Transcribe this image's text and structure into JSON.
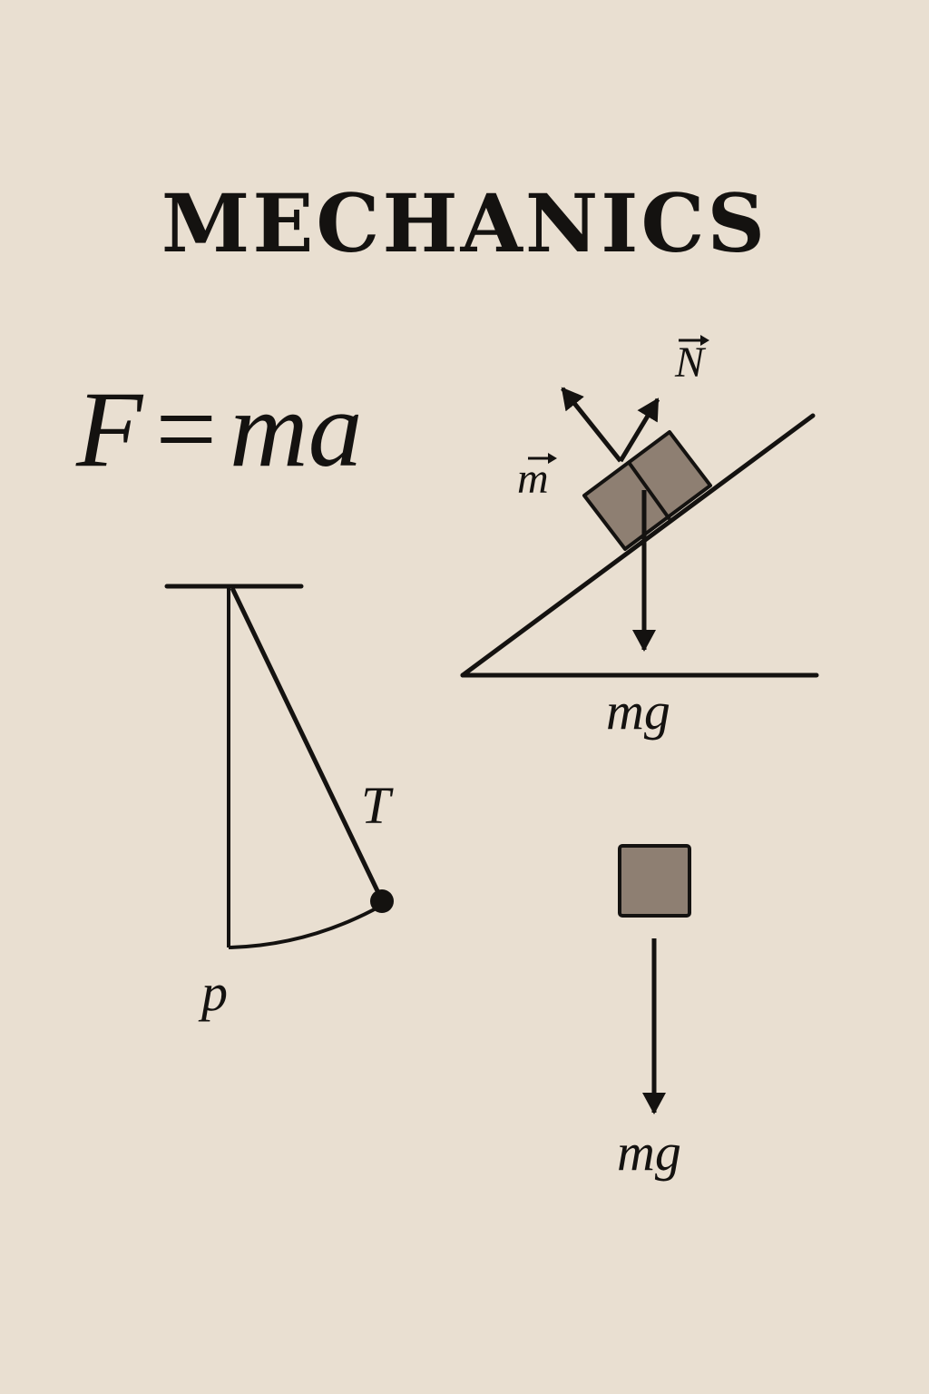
{
  "title": "MECHANICS",
  "equation": {
    "lhs": "F",
    "sign": "=",
    "rhs": "ma"
  },
  "incline": {
    "normal_label": "N",
    "mass_label": "m",
    "weight_label": "mg"
  },
  "pendulum": {
    "tension_label": "T",
    "point_label": "p"
  },
  "hanging_block": {
    "weight_label": "mg"
  },
  "colors": {
    "background": "#e9dfd1",
    "ink": "#141210",
    "block_fill": "#8e7f72"
  }
}
